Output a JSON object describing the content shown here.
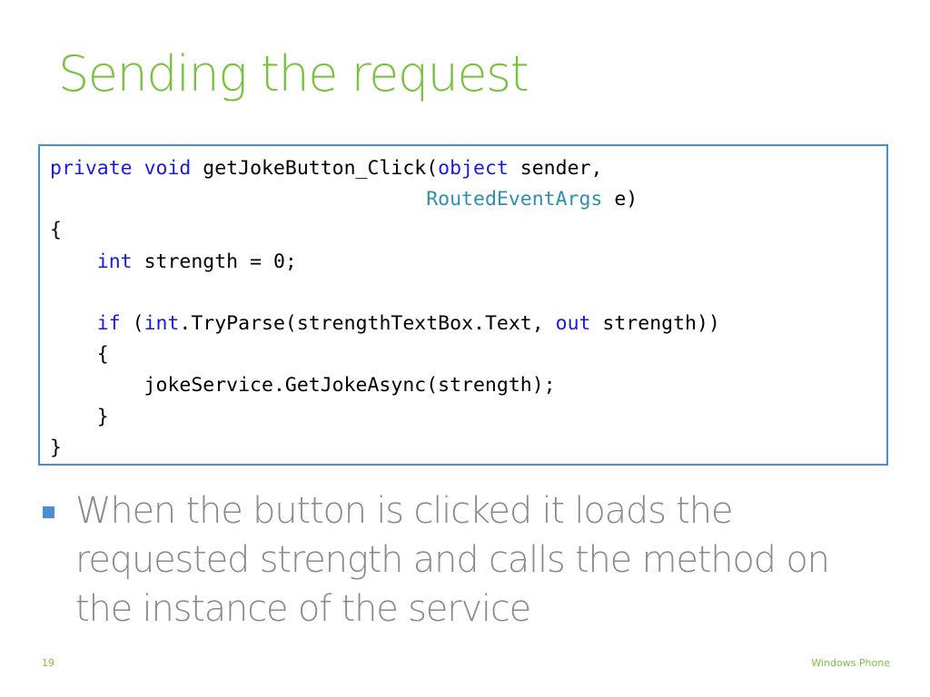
{
  "slide": {
    "title": "Sending the request",
    "bullet_text": "When the button is clicked it loads the requested strength and calls the method on the instance of the service",
    "slide_number": "19",
    "footer_text": "Windows Phone"
  },
  "code": {
    "lines": [
      [
        {
          "t": "private",
          "k": "kw"
        },
        {
          "t": " "
        },
        {
          "t": "void",
          "k": "kw"
        },
        {
          "t": " getJokeButton_Click("
        },
        {
          "t": "object",
          "k": "kw"
        },
        {
          "t": " sender,"
        }
      ],
      [
        {
          "t": "                                "
        },
        {
          "t": "RoutedEventArgs",
          "k": "ty"
        },
        {
          "t": " e)"
        }
      ],
      [
        {
          "t": "{"
        }
      ],
      [
        {
          "t": "    "
        },
        {
          "t": "int",
          "k": "kw"
        },
        {
          "t": " strength = 0;"
        }
      ],
      [
        {
          "t": ""
        }
      ],
      [
        {
          "t": "    "
        },
        {
          "t": "if",
          "k": "kw"
        },
        {
          "t": " ("
        },
        {
          "t": "int",
          "k": "kw"
        },
        {
          "t": ".TryParse(strengthTextBox.Text, "
        },
        {
          "t": "out",
          "k": "kw"
        },
        {
          "t": " strength))"
        }
      ],
      [
        {
          "t": "    {"
        }
      ],
      [
        {
          "t": "        jokeService.GetJokeAsync(strength);"
        }
      ],
      [
        {
          "t": "    }"
        }
      ],
      [
        {
          "t": "}"
        }
      ]
    ]
  },
  "colors": {
    "title": "#7cc242",
    "keyword": "#1a1ae6",
    "type": "#2b91af",
    "code_border": "#4a8fd6",
    "bullet_marker": "#4a8fd6",
    "body_text": "#8a8a8a"
  }
}
